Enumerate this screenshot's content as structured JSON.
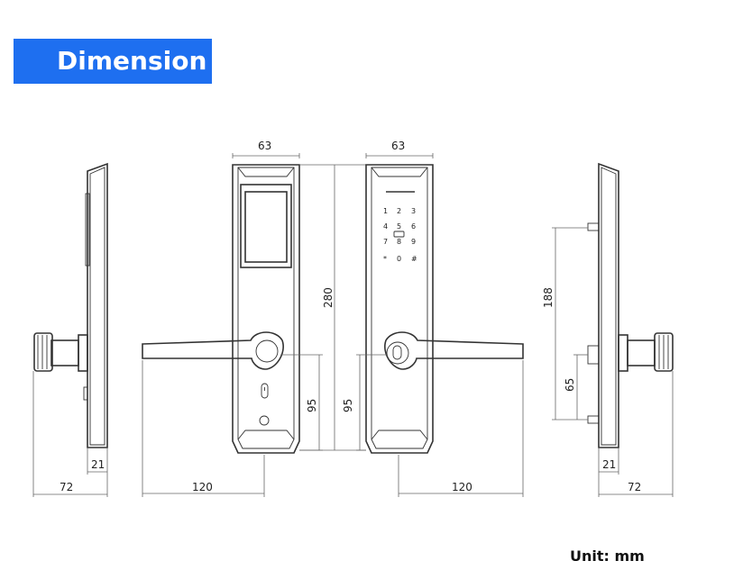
{
  "header": {
    "title": "Dimension"
  },
  "footer": {
    "unit": "Unit: mm"
  },
  "keypad": {
    "keys": [
      "1",
      "2",
      "3",
      "4",
      "5",
      "6",
      "7",
      "8",
      "9",
      "*",
      "0",
      "#"
    ]
  },
  "dimensions": {
    "left_side_width": "72",
    "left_side_thickness": "21",
    "front_width": "63",
    "back_width": "63",
    "overall_height": "280",
    "front_handle_height": "95",
    "back_handle_height": "95",
    "front_handle_length": "120",
    "back_handle_length": "120",
    "right_side_height": "188",
    "right_side_lower": "65",
    "right_side_thickness": "21",
    "right_side_width": "72"
  }
}
